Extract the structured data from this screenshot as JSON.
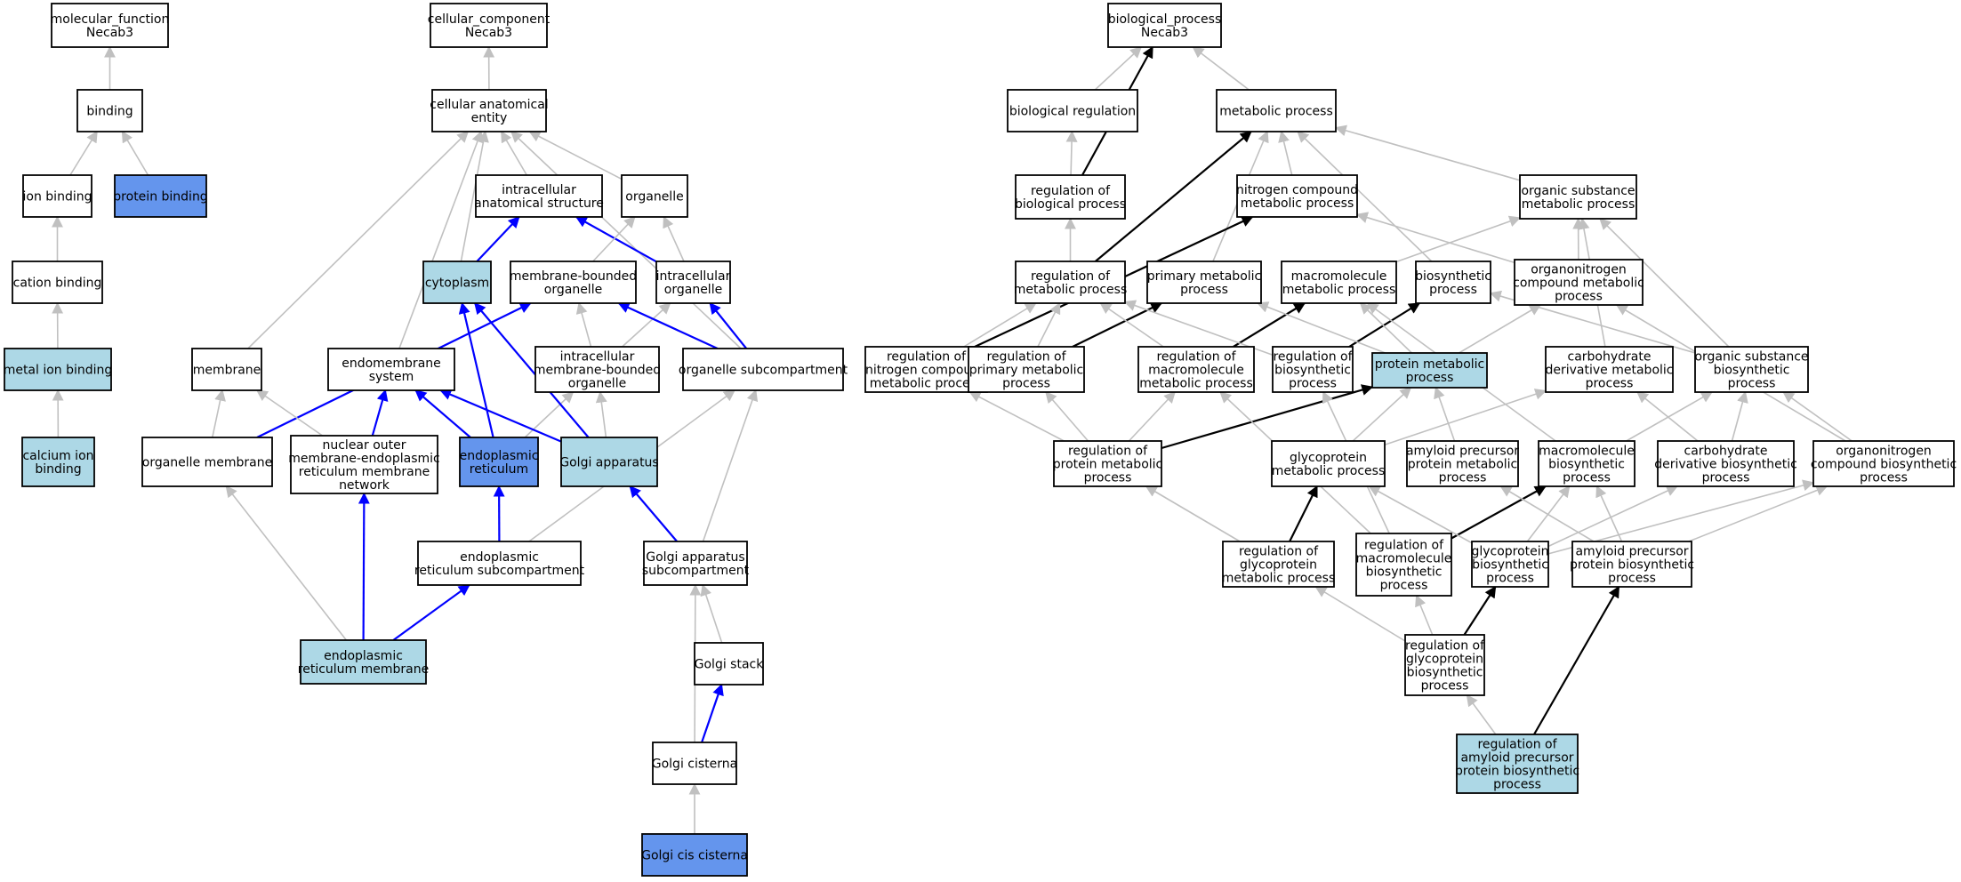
{
  "graph": {
    "colors": {
      "plain_fill": "#ffffff",
      "light_fill": "#add8e6",
      "strong_fill": "#6495ed",
      "edge_gray": "#c0c0c0",
      "edge_blue": "#0000ff",
      "edge_black": "#000000"
    },
    "nodes": [
      {
        "id": "mf",
        "lines": [
          "molecular_function",
          "Necab3"
        ],
        "style": "plain"
      },
      {
        "id": "binding",
        "lines": [
          "binding"
        ],
        "style": "plain"
      },
      {
        "id": "ionb",
        "lines": [
          "ion binding"
        ],
        "style": "plain"
      },
      {
        "id": "protb",
        "lines": [
          "protein binding"
        ],
        "style": "strong"
      },
      {
        "id": "catb",
        "lines": [
          "cation binding"
        ],
        "style": "plain"
      },
      {
        "id": "metb",
        "lines": [
          "metal ion binding"
        ],
        "style": "light"
      },
      {
        "id": "calb",
        "lines": [
          "calcium ion",
          "binding"
        ],
        "style": "light"
      },
      {
        "id": "cc",
        "lines": [
          "cellular_component",
          "Necab3"
        ],
        "style": "plain"
      },
      {
        "id": "cae",
        "lines": [
          "cellular anatomical",
          "entity"
        ],
        "style": "plain"
      },
      {
        "id": "ias",
        "lines": [
          "intracellular",
          "anatomical structure"
        ],
        "style": "plain"
      },
      {
        "id": "org",
        "lines": [
          "organelle"
        ],
        "style": "plain"
      },
      {
        "id": "cyto",
        "lines": [
          "cytoplasm"
        ],
        "style": "light"
      },
      {
        "id": "mbo",
        "lines": [
          "membrane-bounded",
          "organelle"
        ],
        "style": "plain"
      },
      {
        "id": "io",
        "lines": [
          "intracellular",
          "organelle"
        ],
        "style": "plain"
      },
      {
        "id": "mem",
        "lines": [
          "membrane"
        ],
        "style": "plain"
      },
      {
        "id": "ems",
        "lines": [
          "endomembrane",
          "system"
        ],
        "style": "plain"
      },
      {
        "id": "imbo",
        "lines": [
          "intracellular",
          "membrane-bounded",
          "organelle"
        ],
        "style": "plain"
      },
      {
        "id": "osc",
        "lines": [
          "organelle subcompartment"
        ],
        "style": "plain"
      },
      {
        "id": "om",
        "lines": [
          "organelle membrane"
        ],
        "style": "plain"
      },
      {
        "id": "nom",
        "lines": [
          "nuclear outer",
          "membrane-endoplasmic",
          "reticulum membrane",
          "network"
        ],
        "style": "plain"
      },
      {
        "id": "er",
        "lines": [
          "endoplasmic",
          "reticulum"
        ],
        "style": "strong"
      },
      {
        "id": "golgi",
        "lines": [
          "Golgi apparatus"
        ],
        "style": "light"
      },
      {
        "id": "ersc",
        "lines": [
          "endoplasmic",
          "reticulum subcompartment"
        ],
        "style": "plain"
      },
      {
        "id": "gasc",
        "lines": [
          "Golgi apparatus",
          "subcompartment"
        ],
        "style": "plain"
      },
      {
        "id": "erm",
        "lines": [
          "endoplasmic",
          "reticulum membrane"
        ],
        "style": "light"
      },
      {
        "id": "gstack",
        "lines": [
          "Golgi stack"
        ],
        "style": "plain"
      },
      {
        "id": "gcis",
        "lines": [
          "Golgi cisterna"
        ],
        "style": "plain"
      },
      {
        "id": "gciscis",
        "lines": [
          "Golgi cis cisterna"
        ],
        "style": "strong"
      },
      {
        "id": "bp",
        "lines": [
          "biological_process",
          "Necab3"
        ],
        "style": "plain"
      },
      {
        "id": "breg",
        "lines": [
          "biological regulation"
        ],
        "style": "plain"
      },
      {
        "id": "mp",
        "lines": [
          "metabolic process"
        ],
        "style": "plain"
      },
      {
        "id": "rbp",
        "lines": [
          "regulation of",
          "biological process"
        ],
        "style": "plain"
      },
      {
        "id": "ncmp",
        "lines": [
          "nitrogen compound",
          "metabolic process"
        ],
        "style": "plain"
      },
      {
        "id": "osmp",
        "lines": [
          "organic substance",
          "metabolic process"
        ],
        "style": "plain"
      },
      {
        "id": "rmp",
        "lines": [
          "regulation of",
          "metabolic process"
        ],
        "style": "plain"
      },
      {
        "id": "pmp",
        "lines": [
          "primary metabolic",
          "process"
        ],
        "style": "plain"
      },
      {
        "id": "mmp",
        "lines": [
          "macromolecule",
          "metabolic process"
        ],
        "style": "plain"
      },
      {
        "id": "bsp",
        "lines": [
          "biosynthetic",
          "process"
        ],
        "style": "plain"
      },
      {
        "id": "oncmp",
        "lines": [
          "organonitrogen",
          "compound metabolic",
          "process"
        ],
        "style": "plain"
      },
      {
        "id": "rncmp",
        "lines": [
          "regulation of",
          "nitrogen compound",
          "metabolic process"
        ],
        "style": "plain"
      },
      {
        "id": "rpmp",
        "lines": [
          "regulation of",
          "primary metabolic",
          "process"
        ],
        "style": "plain"
      },
      {
        "id": "rmmp",
        "lines": [
          "regulation of",
          "macromolecule",
          "metabolic process"
        ],
        "style": "plain"
      },
      {
        "id": "rbsp",
        "lines": [
          "regulation of",
          "biosynthetic",
          "process"
        ],
        "style": "plain"
      },
      {
        "id": "protmp",
        "lines": [
          "protein metabolic",
          "process"
        ],
        "style": "light"
      },
      {
        "id": "cdmp",
        "lines": [
          "carbohydrate",
          "derivative metabolic",
          "process"
        ],
        "style": "plain"
      },
      {
        "id": "osbp",
        "lines": [
          "organic substance",
          "biosynthetic",
          "process"
        ],
        "style": "plain"
      },
      {
        "id": "rprotmp",
        "lines": [
          "regulation of",
          "protein metabolic",
          "process"
        ],
        "style": "plain"
      },
      {
        "id": "gpmp",
        "lines": [
          "glycoprotein",
          "metabolic process"
        ],
        "style": "plain"
      },
      {
        "id": "appmp",
        "lines": [
          "amyloid precursor",
          "protein metabolic",
          "process"
        ],
        "style": "plain"
      },
      {
        "id": "mbp",
        "lines": [
          "macromolecule",
          "biosynthetic",
          "process"
        ],
        "style": "plain"
      },
      {
        "id": "cdbp",
        "lines": [
          "carbohydrate",
          "derivative biosynthetic",
          "process"
        ],
        "style": "plain"
      },
      {
        "id": "oncbp",
        "lines": [
          "organonitrogen",
          "compound biosynthetic",
          "process"
        ],
        "style": "plain"
      },
      {
        "id": "rgpmp",
        "lines": [
          "regulation of",
          "glycoprotein",
          "metabolic process"
        ],
        "style": "plain"
      },
      {
        "id": "rmbp",
        "lines": [
          "regulation of",
          "macromolecule",
          "biosynthetic",
          "process"
        ],
        "style": "plain"
      },
      {
        "id": "gpbp",
        "lines": [
          "glycoprotein",
          "biosynthetic",
          "process"
        ],
        "style": "plain"
      },
      {
        "id": "appbp",
        "lines": [
          "amyloid precursor",
          "protein biosynthetic",
          "process"
        ],
        "style": "plain"
      },
      {
        "id": "rgpbp",
        "lines": [
          "regulation of",
          "glycoprotein",
          "biosynthetic",
          "process"
        ],
        "style": "plain"
      },
      {
        "id": "rappbp",
        "lines": [
          "regulation of",
          "amyloid precursor",
          "protein biosynthetic",
          "process"
        ],
        "style": "light"
      }
    ],
    "edges": [
      {
        "from": "binding",
        "to": "mf",
        "color": "gray"
      },
      {
        "from": "ionb",
        "to": "binding",
        "color": "gray"
      },
      {
        "from": "protb",
        "to": "binding",
        "color": "gray"
      },
      {
        "from": "catb",
        "to": "ionb",
        "color": "gray"
      },
      {
        "from": "metb",
        "to": "catb",
        "color": "gray"
      },
      {
        "from": "calb",
        "to": "metb",
        "color": "gray"
      },
      {
        "from": "cae",
        "to": "cc",
        "color": "gray"
      },
      {
        "from": "ias",
        "to": "cae",
        "color": "gray"
      },
      {
        "from": "org",
        "to": "cae",
        "color": "gray"
      },
      {
        "from": "cyto",
        "to": "cae",
        "color": "gray"
      },
      {
        "from": "mem",
        "to": "cae",
        "color": "gray"
      },
      {
        "from": "ems",
        "to": "cae",
        "color": "gray"
      },
      {
        "from": "osc",
        "to": "cae",
        "color": "gray"
      },
      {
        "from": "cyto",
        "to": "ias",
        "color": "blue"
      },
      {
        "from": "io",
        "to": "ias",
        "color": "blue"
      },
      {
        "from": "mbo",
        "to": "org",
        "color": "gray"
      },
      {
        "from": "io",
        "to": "org",
        "color": "gray"
      },
      {
        "from": "imbo",
        "to": "mbo",
        "color": "gray"
      },
      {
        "from": "imbo",
        "to": "io",
        "color": "gray"
      },
      {
        "from": "osc",
        "to": "mbo",
        "color": "blue"
      },
      {
        "from": "osc",
        "to": "io",
        "color": "blue"
      },
      {
        "from": "om",
        "to": "mem",
        "color": "gray"
      },
      {
        "from": "om",
        "to": "mbo",
        "color": "blue"
      },
      {
        "from": "nom",
        "to": "mem",
        "color": "gray"
      },
      {
        "from": "nom",
        "to": "ems",
        "color": "blue"
      },
      {
        "from": "er",
        "to": "ems",
        "color": "blue"
      },
      {
        "from": "er",
        "to": "cyto",
        "color": "blue"
      },
      {
        "from": "er",
        "to": "imbo",
        "color": "gray"
      },
      {
        "from": "golgi",
        "to": "ems",
        "color": "blue"
      },
      {
        "from": "golgi",
        "to": "cyto",
        "color": "blue"
      },
      {
        "from": "golgi",
        "to": "imbo",
        "color": "gray"
      },
      {
        "from": "ersc",
        "to": "er",
        "color": "blue"
      },
      {
        "from": "ersc",
        "to": "osc",
        "color": "gray"
      },
      {
        "from": "gasc",
        "to": "golgi",
        "color": "blue"
      },
      {
        "from": "gasc",
        "to": "osc",
        "color": "gray"
      },
      {
        "from": "erm",
        "to": "om",
        "color": "gray"
      },
      {
        "from": "erm",
        "to": "nom",
        "color": "blue"
      },
      {
        "from": "erm",
        "to": "ersc",
        "color": "blue"
      },
      {
        "from": "gstack",
        "to": "gasc",
        "color": "gray"
      },
      {
        "from": "gcis",
        "to": "gstack",
        "color": "blue"
      },
      {
        "from": "gcis",
        "to": "gasc",
        "color": "gray"
      },
      {
        "from": "gciscis",
        "to": "gcis",
        "color": "gray"
      },
      {
        "from": "breg",
        "to": "bp",
        "color": "gray"
      },
      {
        "from": "mp",
        "to": "bp",
        "color": "gray"
      },
      {
        "from": "rbp",
        "to": "breg",
        "color": "gray"
      },
      {
        "from": "rbp",
        "to": "bp",
        "color": "black"
      },
      {
        "from": "ncmp",
        "to": "mp",
        "color": "gray"
      },
      {
        "from": "osmp",
        "to": "mp",
        "color": "gray"
      },
      {
        "from": "pmp",
        "to": "mp",
        "color": "gray"
      },
      {
        "from": "bsp",
        "to": "mp",
        "color": "gray"
      },
      {
        "from": "rmp",
        "to": "rbp",
        "color": "gray"
      },
      {
        "from": "rmp",
        "to": "mp",
        "color": "black"
      },
      {
        "from": "mmp",
        "to": "osmp",
        "color": "gray"
      },
      {
        "from": "oncmp",
        "to": "osmp",
        "color": "gray"
      },
      {
        "from": "oncmp",
        "to": "ncmp",
        "color": "gray"
      },
      {
        "from": "rncmp",
        "to": "rmp",
        "color": "gray"
      },
      {
        "from": "rncmp",
        "to": "ncmp",
        "color": "black"
      },
      {
        "from": "rpmp",
        "to": "rmp",
        "color": "gray"
      },
      {
        "from": "rpmp",
        "to": "pmp",
        "color": "black"
      },
      {
        "from": "rmmp",
        "to": "rmp",
        "color": "gray"
      },
      {
        "from": "rmmp",
        "to": "mmp",
        "color": "black"
      },
      {
        "from": "rbsp",
        "to": "rmp",
        "color": "gray"
      },
      {
        "from": "rbsp",
        "to": "bsp",
        "color": "black"
      },
      {
        "from": "protmp",
        "to": "pmp",
        "color": "gray"
      },
      {
        "from": "protmp",
        "to": "mmp",
        "color": "gray"
      },
      {
        "from": "protmp",
        "to": "oncmp",
        "color": "gray"
      },
      {
        "from": "cdmp",
        "to": "osmp",
        "color": "gray"
      },
      {
        "from": "osbp",
        "to": "osmp",
        "color": "gray"
      },
      {
        "from": "osbp",
        "to": "bsp",
        "color": "gray"
      },
      {
        "from": "rprotmp",
        "to": "rpmp",
        "color": "gray"
      },
      {
        "from": "rprotmp",
        "to": "rmmp",
        "color": "gray"
      },
      {
        "from": "rprotmp",
        "to": "rncmp",
        "color": "gray"
      },
      {
        "from": "rprotmp",
        "to": "protmp",
        "color": "black"
      },
      {
        "from": "gpmp",
        "to": "protmp",
        "color": "gray"
      },
      {
        "from": "gpmp",
        "to": "cdmp",
        "color": "gray"
      },
      {
        "from": "appmp",
        "to": "protmp",
        "color": "gray"
      },
      {
        "from": "mbp",
        "to": "mmp",
        "color": "gray"
      },
      {
        "from": "mbp",
        "to": "osbp",
        "color": "gray"
      },
      {
        "from": "cdbp",
        "to": "cdmp",
        "color": "gray"
      },
      {
        "from": "cdbp",
        "to": "osbp",
        "color": "gray"
      },
      {
        "from": "oncbp",
        "to": "oncmp",
        "color": "gray"
      },
      {
        "from": "oncbp",
        "to": "osbp",
        "color": "gray"
      },
      {
        "from": "rgpmp",
        "to": "rprotmp",
        "color": "gray"
      },
      {
        "from": "rgpmp",
        "to": "gpmp",
        "color": "black"
      },
      {
        "from": "rmbp",
        "to": "rmmp",
        "color": "gray"
      },
      {
        "from": "rmbp",
        "to": "rbsp",
        "color": "gray"
      },
      {
        "from": "rmbp",
        "to": "mbp",
        "color": "black"
      },
      {
        "from": "gpbp",
        "to": "gpmp",
        "color": "gray"
      },
      {
        "from": "gpbp",
        "to": "mbp",
        "color": "gray"
      },
      {
        "from": "gpbp",
        "to": "cdbp",
        "color": "gray"
      },
      {
        "from": "gpbp",
        "to": "oncbp",
        "color": "gray"
      },
      {
        "from": "appbp",
        "to": "appmp",
        "color": "gray"
      },
      {
        "from": "appbp",
        "to": "mbp",
        "color": "gray"
      },
      {
        "from": "appbp",
        "to": "oncbp",
        "color": "gray"
      },
      {
        "from": "rgpbp",
        "to": "rgpmp",
        "color": "gray"
      },
      {
        "from": "rgpbp",
        "to": "rmbp",
        "color": "gray"
      },
      {
        "from": "rgpbp",
        "to": "gpbp",
        "color": "black"
      },
      {
        "from": "rappbp",
        "to": "rgpbp",
        "color": "gray"
      },
      {
        "from": "rappbp",
        "to": "appbp",
        "color": "black"
      }
    ]
  }
}
